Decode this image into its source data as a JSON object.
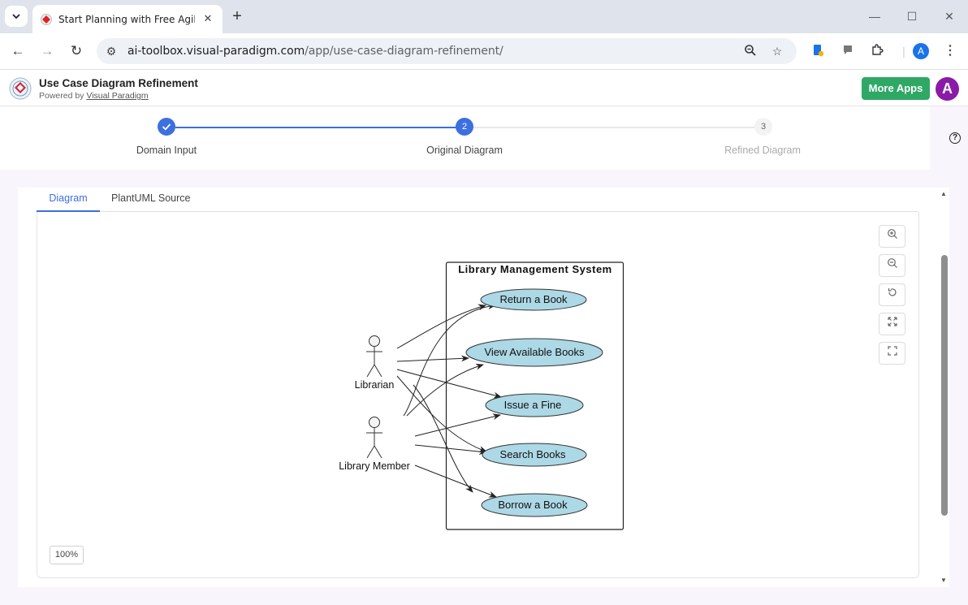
{
  "browser": {
    "tab_title": "Start Planning with Free Agile D",
    "url_host": "ai-toolbox.visual-paradigm.com",
    "url_path": "/app/use-case-diagram-refinement/",
    "profile_initial": "A"
  },
  "app": {
    "title": "Use Case Diagram Refinement",
    "powered_by": "Powered by",
    "powered_by_link": "Visual Paradigm",
    "more_apps": "More Apps",
    "user_initial": "A"
  },
  "stepper": {
    "steps": [
      {
        "number": "",
        "label": "Domain Input",
        "state": "done"
      },
      {
        "number": "2",
        "label": "Original Diagram",
        "state": "active"
      },
      {
        "number": "3",
        "label": "Refined Diagram",
        "state": "todo"
      }
    ]
  },
  "view_tabs": [
    {
      "label": "Diagram",
      "active": true
    },
    {
      "label": "PlantUML Source",
      "active": false
    }
  ],
  "zoom_level": "100%",
  "diagram": {
    "system_name": "Library Management System",
    "actors": [
      "Librarian",
      "Library Member"
    ],
    "use_cases": [
      "Return a Book",
      "View Available Books",
      "Issue a Fine",
      "Search Books",
      "Borrow a Book"
    ]
  },
  "colors": {
    "primary": "#3c6fe0",
    "green": "#2fa866",
    "use_case_fill": "#add8e6",
    "avatar": "#8a1aa8"
  }
}
